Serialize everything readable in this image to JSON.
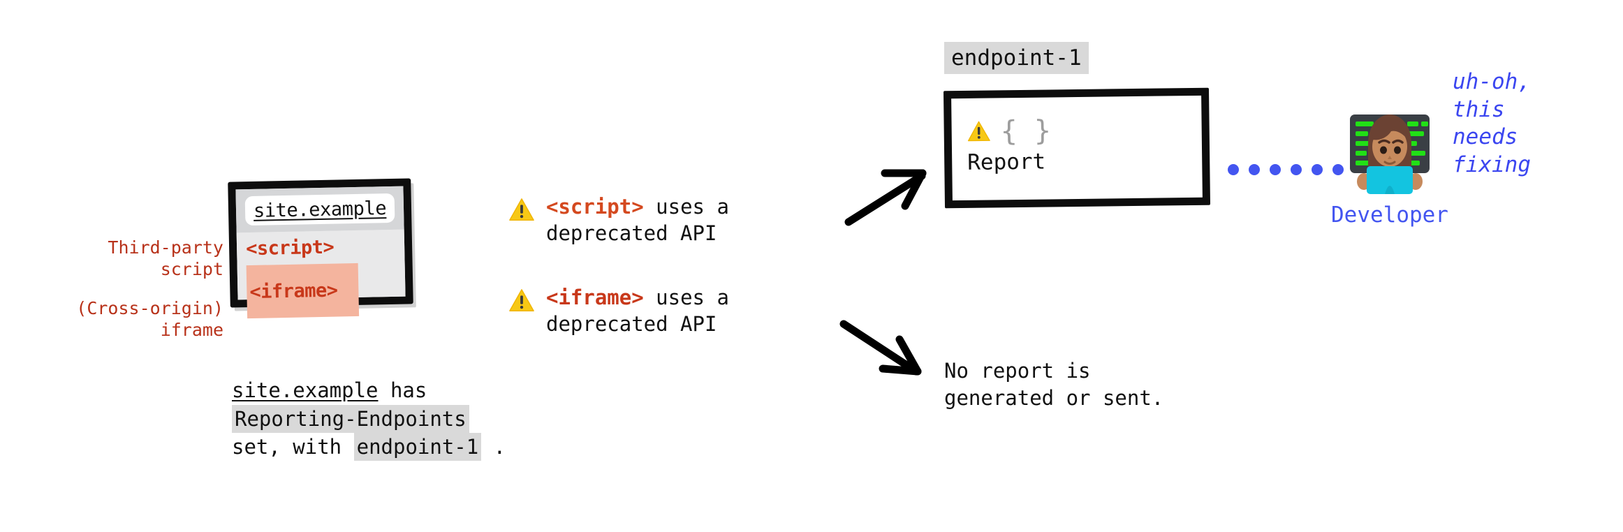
{
  "side_labels": [
    {
      "line1": "Third-party",
      "line2": "script"
    },
    {
      "line1": "(Cross-origin)",
      "line2": "iframe"
    }
  ],
  "browser": {
    "url": "site.example",
    "script_tag": "<script>",
    "iframe_tag": "<iframe>"
  },
  "caption": {
    "line1_site": "site.example",
    "line1_rest": " has",
    "line2_chip": "Reporting-Endpoints",
    "line3_prefix": "set, with ",
    "line3_chip": "endpoint-1",
    "line3_suffix": " ."
  },
  "warnings": [
    {
      "tag": "<script>",
      "rest": " uses a",
      "line2": "deprecated API"
    },
    {
      "tag": "<iframe>",
      "rest": " uses a",
      "line2": "deprecated API"
    }
  ],
  "report": {
    "endpoint_badge": "endpoint-1",
    "braces": "{ }",
    "label": "Report"
  },
  "no_report": {
    "line1": "No report is",
    "line2": "generated or sent."
  },
  "developer": {
    "label": "Developer",
    "emoji_name": "woman-technologist-emoji",
    "speech": [
      "uh-oh,",
      "this",
      "needs",
      "fixing"
    ]
  },
  "colors": {
    "code_red": "#c8381a",
    "label_red": "#b8321a",
    "highlight_salmon": "#f4b49e",
    "chip_gray": "#d9d9d9",
    "brace_gray": "#9d9d9d",
    "blue": "#4355f0",
    "warning_yellow": "#f7c815",
    "ink": "#0d0d0d"
  }
}
